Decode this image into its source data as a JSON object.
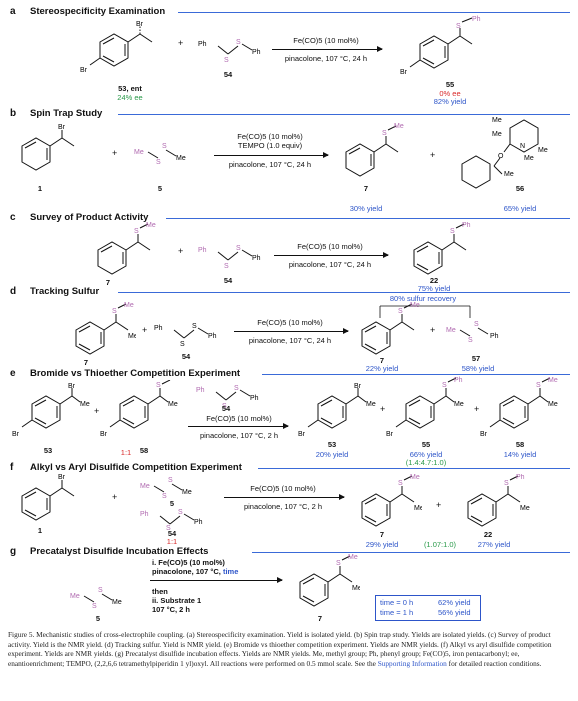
{
  "sections": {
    "a": {
      "letter": "a",
      "title": "Stereospecificity Examination",
      "cond_top": "Fe(CO)5 (10 mol%)",
      "cond_bottom": "pinacolone, 107 °C, 24 h",
      "reactant1_label": "53, ent",
      "reactant1_ee": "24% ee",
      "reactant2_label": "54",
      "product_label": "55",
      "product_ee": "0% ee",
      "product_yield": "82% yield"
    },
    "b": {
      "letter": "b",
      "title": "Spin Trap Study",
      "cond_top1": "Fe(CO)5 (10 mol%)",
      "cond_top2": "TEMPO (1.0 equiv)",
      "cond_bottom": "pinacolone, 107 °C, 24 h",
      "reactant1_label": "1",
      "reactant2_label": "5",
      "product1_label": "7",
      "product1_yield": "30% yield",
      "product2_label": "56",
      "product2_yield": "65% yield"
    },
    "c": {
      "letter": "c",
      "title": "Survey of Product Activity",
      "cond_top": "Fe(CO)5 (10 mol%)",
      "cond_bottom": "pinacolone, 107 °C, 24 h",
      "reactant1_label": "7",
      "reactant2_label": "54",
      "product_label": "22",
      "product_yield": "75% yield"
    },
    "d": {
      "letter": "d",
      "title": "Tracking Sulfur",
      "recovery": "80% sulfur recovery",
      "cond_top": "Fe(CO)5 (10 mol%)",
      "cond_bottom": "pinacolone, 107 °C, 24 h",
      "reactant1_label": "7",
      "reactant2_label": "54",
      "product1_label": "7",
      "product1_yield": "22% yield",
      "product2_label": "57",
      "product2_yield": "58% yield"
    },
    "e": {
      "letter": "e",
      "title": "Bromide vs Thioether Competition Experiment",
      "cond_reagent": "54",
      "cond_top": "Fe(CO)5 (10 mol%)",
      "cond_bottom": "pinacolone, 107 °C, 2 h",
      "reactant1_label": "53",
      "reactant2_label": "58",
      "ratio": "1:1",
      "product1_label": "53",
      "product1_yield": "20% yield",
      "product2_label": "55",
      "product2_yield": "66% yield",
      "product2_ratio": "(1.4:4.7:1.0)",
      "product3_label": "58",
      "product3_yield": "14% yield"
    },
    "f": {
      "letter": "f",
      "title": "Alkyl vs Aryl Disulfide Competition Experiment",
      "cond_top": "Fe(CO)5 (10 mol%)",
      "cond_bottom": "pinacolone, 107 °C, 2 h",
      "reactant1_label": "1",
      "reactant2_label": "5",
      "reactant3_label": "54",
      "ratio": "1:1",
      "product1_label": "7",
      "product1_yield": "29% yield",
      "product_ratio": "(1.07:1.0)",
      "product2_label": "22",
      "product2_yield": "27% yield"
    },
    "g": {
      "letter": "g",
      "title": "Precatalyst Disulfide Incubation Effects",
      "step1": "i. Fe(CO)5 (10 mol%)",
      "step1b": "pinacolone, 107 °C,",
      "step1c": "time",
      "then": "then",
      "step2": "ii. Substrate 1",
      "step2b": "107 °C, 2 h",
      "reactant_label": "5",
      "product_label": "7",
      "times": [
        {
          "time": "time = 0 h",
          "yield": "62% yield"
        },
        {
          "time": "time = 1 h",
          "yield": "56% yield"
        }
      ]
    }
  },
  "atoms": {
    "Br": "Br",
    "S": "S",
    "Ph": "Ph",
    "Me": "Me",
    "O": "O",
    "N": "N"
  },
  "caption": {
    "text": "Figure 5. Mechanistic studies of cross-electrophile coupling. (a) Stereospecificity examination. Yield is isolated yield. (b) Spin trap study. Yields are isolated yields. (c) Survey of product activity. Yield is the NMR yield. (d) Tracking sulfur. Yield is NMR yield. (e) Bromide vs thioether competition experiment. Yields are NMR yields. (f) Alkyl vs aryl disulfide competition experiment. Yields are NMR yields. (g) Precatalyst disulfide incubation effects. Yields are NMR yields. Me, methyl group; Ph, phenyl group; Fe(CO)5, iron pentacarbonyl; ee, enantioenrichment; TEMPO, (2,2,6,6 tetramethylpiperidin 1 yl)oxyl. All reactions were performed on 0.5 mmol scale. See the ",
    "link": "Supporting Information",
    "tail": " for detailed reaction conditions."
  },
  "colors": {
    "accent": "#3a6ad8",
    "yield": "#2d55c9",
    "ee_green": "#2a9a4a",
    "ee_red": "#d92a2a",
    "sulfur": "#b06ab0"
  }
}
